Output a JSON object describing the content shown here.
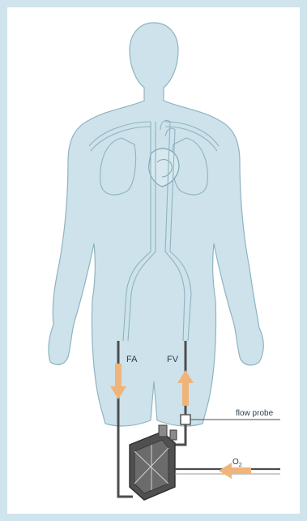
{
  "labels": {
    "femoral_artery": "FA",
    "femoral_vein": "FV",
    "flow_probe": "flow probe",
    "oxygen_main": "O",
    "oxygen_sub": "2"
  },
  "colors": {
    "frame": "#cfe4ec",
    "body_fill": "#cde2ea",
    "body_stroke": "#8fb3c1",
    "vessel": "#9bb9c6",
    "cannula": "#4d4d4d",
    "arrow": "#f0b47a",
    "device": "#3c3c3c"
  }
}
